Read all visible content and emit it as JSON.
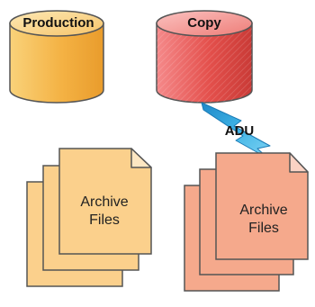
{
  "production_db": {
    "label": "Production",
    "icon": "database-cylinder-icon",
    "color": "#f6b74a"
  },
  "copy_db": {
    "label": "Copy",
    "icon": "database-cylinder-icon",
    "color": "#e3514d"
  },
  "transfer": {
    "label": "ADU",
    "icon": "lightning-arrow-icon",
    "color": "#3aa9dd"
  },
  "production_archive": {
    "line1": "Archive",
    "line2": "Files",
    "icon": "document-stack-icon",
    "color": "#fbd08c"
  },
  "copy_archive": {
    "line1": "Archive",
    "line2": "Files",
    "icon": "document-stack-icon",
    "color": "#f5a98c"
  }
}
